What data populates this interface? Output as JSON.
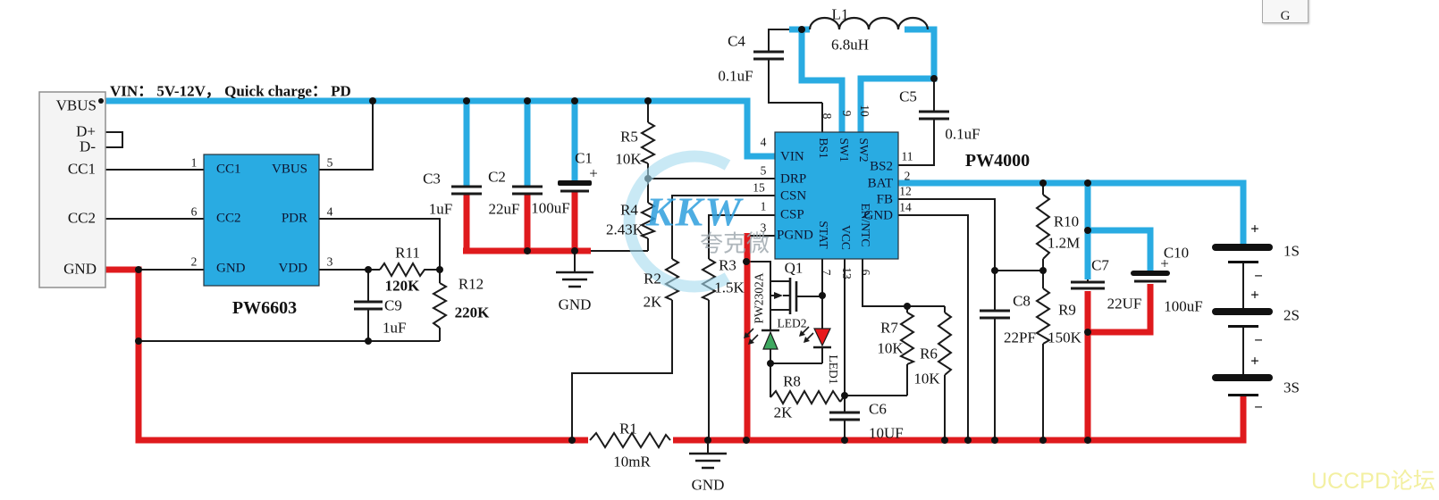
{
  "note": "VIN： 5V-12V， Quick charge： PD",
  "colors": {
    "trace_blue": "#29ABE2",
    "trace_red": "#DF1A1D",
    "chip_fill": "#29ABE2",
    "led_green": "#3FA860",
    "led_red": "#E8191C",
    "watermark_yellow": "#F3F0A2"
  },
  "connector": {
    "vbus": "VBUS",
    "dplus": "D+",
    "dminus": "D-",
    "cc1": "CC1",
    "cc2": "CC2",
    "gnd": "GND"
  },
  "pw6603": {
    "name": "PW6603",
    "cc1": "CC1",
    "cc2": "CC2",
    "gnd": "GND",
    "vbus": "VBUS",
    "pdr": "PDR",
    "vdd": "VDD",
    "pin_cc1": "1",
    "pin_cc2": "6",
    "pin_gnd": "2",
    "pin_vbus": "5",
    "pin_pdr": "4",
    "pin_vdd": "3"
  },
  "pw4000": {
    "name": "PW4000",
    "vin": "VIN",
    "drp": "DRP",
    "csn": "CSN",
    "csp": "CSP",
    "pgnd": "PGND",
    "bs1": "BS1",
    "sw1": "SW1",
    "sw2": "SW2",
    "bs2": "BS2",
    "bat": "BAT",
    "fb": "FB",
    "gnd": "GND",
    "stat": "STAT",
    "vcc": "VCC",
    "en": "EN/NTC",
    "pin_vin": "4",
    "pin_drp": "5",
    "pin_csn": "15",
    "pin_csp": "1",
    "pin_pgnd": "3",
    "pin_bs1": "8",
    "pin_sw1": "9",
    "pin_sw2": "10",
    "pin_bs2": "11",
    "pin_bat": "2",
    "pin_fb": "12",
    "pin_gnd": "14",
    "pin_stat": "7",
    "pin_vcc": "13",
    "pin_en": "6"
  },
  "parts": {
    "r1": "R1",
    "r1v": "10mR",
    "r2": "R2",
    "r2v": "2K",
    "r3": "R3",
    "r3v": "1.5K",
    "r4": "R4",
    "r4v": "2.43K",
    "r5": "R5",
    "r5v": "10K",
    "r6": "R6",
    "r6v": "10K",
    "r7": "R7",
    "r7v": "10K",
    "r8": "R8",
    "r8v": "2K",
    "r9": "R9",
    "r9v": "150K",
    "r10": "R10",
    "r10v": "1.2M",
    "r11": "R11",
    "r11v": "120K",
    "r12": "R12",
    "r12v": "220K",
    "c1": "C1",
    "c1v": "100uF",
    "c2": "C2",
    "c2v": "22uF",
    "c3": "C3",
    "c3v": "1uF",
    "c4": "C4",
    "c4v": "0.1uF",
    "c5": "C5",
    "c5v": "0.1uF",
    "c6": "C6",
    "c6v": "10UF",
    "c7": "C7",
    "c7v": "22UF",
    "c8": "C8",
    "c8v": "22PF",
    "c9": "C9",
    "c9v": "1uF",
    "c10": "C10",
    "c10v": "100uF",
    "l1": "L1",
    "l1v": "6.8uH",
    "q1": "Q1",
    "q1v": "PW2302A",
    "led1": "LED1",
    "led2": "LED2",
    "gnd": "GND",
    "plus": "+",
    "minus": "−"
  },
  "battery": {
    "s1": "1S",
    "s2": "2S",
    "s3": "3S"
  },
  "watermark": {
    "logo": "KKW",
    "cn": "夸克微",
    "forum": "UCCPD论坛"
  },
  "ui": {
    "button": "G"
  }
}
